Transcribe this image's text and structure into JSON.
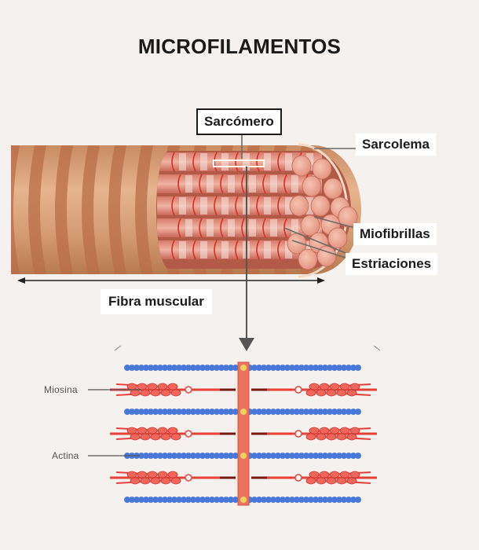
{
  "title": "MICROFILAMENTOS",
  "labels": {
    "sarcomero": "Sarcómero",
    "sarcolema": "Sarcolema",
    "miofibrillas": "Miofibrillas",
    "estriaciones": "Estriaciones",
    "fibra_muscular": "Fibra muscular",
    "miosina": "Miosina",
    "actina": "Actina"
  },
  "colors": {
    "fiber": "#d9a27a",
    "fiber_band": "#b86e48",
    "myofibril": "#e48a7a",
    "actin": "#4a78d8",
    "myosin": "#e8403a",
    "z_line": "#f07060"
  }
}
